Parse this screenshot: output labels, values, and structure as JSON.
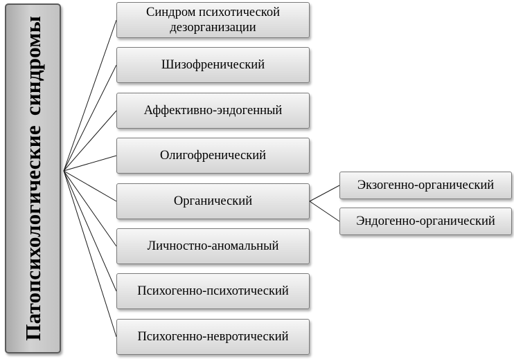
{
  "root": {
    "label": "Патопсихологические синдромы"
  },
  "syndromes": [
    {
      "label": "Синдром психотической дезорганизации"
    },
    {
      "label": "Шизофренический"
    },
    {
      "label": "Аффективно-эндогенный"
    },
    {
      "label": "Олигофренический"
    },
    {
      "label": "Органический"
    },
    {
      "label": "Личностно-аномальный"
    },
    {
      "label": "Психогенно-психотический"
    },
    {
      "label": "Психогенно-невротический"
    }
  ],
  "organic_subtypes": [
    {
      "label": "Экзогенно-органический"
    },
    {
      "label": "Эндогенно-органический"
    }
  ],
  "colors": {
    "connector": "#1a1a1a",
    "box_border": "#7a7a7a"
  }
}
